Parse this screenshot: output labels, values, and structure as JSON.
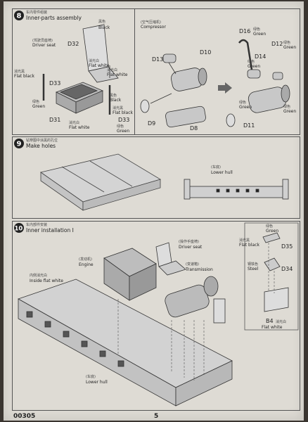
{
  "step8": {
    "number": "8",
    "title_cn": "车内零件组装",
    "title": "Inner-parts assembly",
    "driver_seat_cn": "(驾驶员座椅)",
    "driver_seat": "Driver seat",
    "black_cn": "黑色",
    "black": "Black",
    "flat_white_cn": "消光白",
    "flat_white": "Flat white",
    "flat_black_cn": "消光黑",
    "flat_black": "Flat black",
    "green_cn": "绿色",
    "green": "Green",
    "black_cn2": "黑色",
    "black2": "Black",
    "flat_black_cn2": "消光黑",
    "flat_black2": "Flat black",
    "green_cn2": "绿色",
    "green2": "Green",
    "flat_white_cn2": "消光白",
    "flat_white2": "Flat white",
    "flat_white_cn3": "消光白",
    "flat_white3": "Flat white",
    "compressor_cn": "(空气压缩机)",
    "compressor": "Compressor",
    "parts": {
      "d32": "D32",
      "d33a": "D33",
      "d31": "D31",
      "d33b": "D33",
      "d13": "D13",
      "d10": "D10",
      "d9": "D9",
      "d8": "D8",
      "d16": "D16",
      "d12": "D12",
      "d14": "D14",
      "d11": "D11"
    },
    "right_colors": {
      "g1_cn": "绿色",
      "g1": "Green",
      "g2_cn": "绿色",
      "g2": "Green",
      "g3_cn": "绿色",
      "g3": "Green",
      "g4_cn": "绿色",
      "g4": "Green",
      "g5_cn": "绿色",
      "g5": "Green"
    }
  },
  "step9": {
    "number": "9",
    "title_cn": "钻穿图中涂黑的孔位",
    "title": "Make holes",
    "lower_hull_cn": "(车底)",
    "lower_hull": "Lower hull"
  },
  "step10": {
    "number": "10",
    "title_cn": "车内部件安装",
    "title": "Inner installation Ⅰ",
    "engine_cn": "(发动机)",
    "engine": "Engine",
    "inside_flat_white_cn": "内侧消光白",
    "inside_flat_white": "Inside flat white",
    "driver_seat_cn": "(操作手座椅)",
    "driver_seat": "Driver seat",
    "transmission_cn": "(变速箱)",
    "transmission": "Transmission",
    "lower_hull_cn": "(车底)",
    "lower_hull": "Lower hull",
    "green_cn": "绿色",
    "green": "Green",
    "flat_black_cn": "消光黑",
    "flat_black": "Flat black",
    "d35": "D35",
    "steel_cn": "钢铁色",
    "steel": "Steel",
    "d34": "D34",
    "b4": "B4",
    "b4_color_cn": "消光白",
    "b4_color": "Flat white"
  },
  "footer": {
    "code": "00305",
    "page": "5"
  }
}
